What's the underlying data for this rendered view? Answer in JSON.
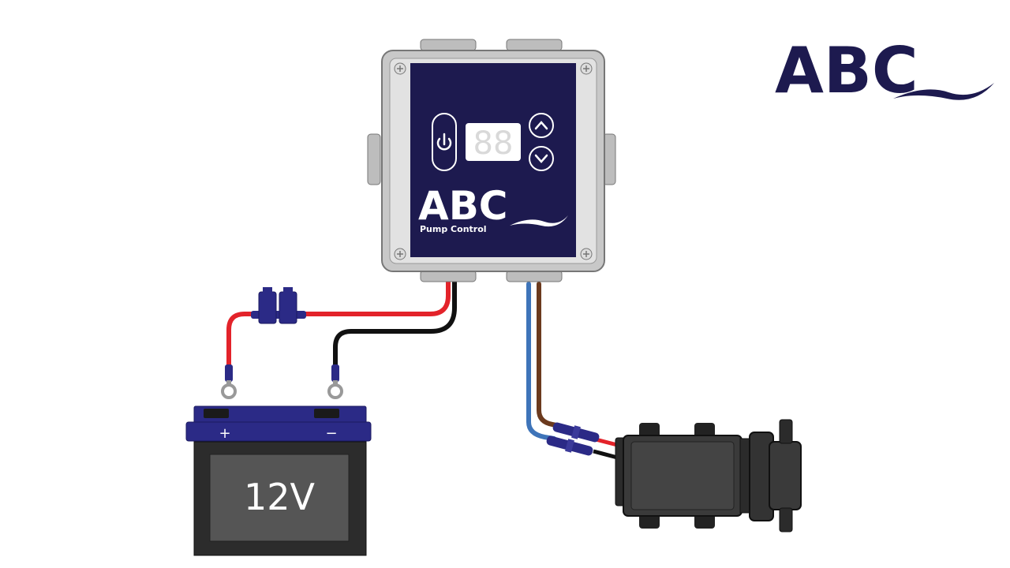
{
  "brand": {
    "logo_text": "ABC",
    "color_navy": "#1d1a4f"
  },
  "controller": {
    "panel_logo": "ABC",
    "panel_subtitle": "Pump Control",
    "display_value": "88",
    "buttons": [
      "power-icon",
      "chevron-up-icon",
      "chevron-down-icon"
    ],
    "panel_color": "#1d1a4f",
    "housing_color": "#c8c8c8"
  },
  "battery": {
    "voltage_label": "12V",
    "positive_label": "+",
    "negative_label": "−",
    "lid_color": "#2b2a86",
    "body_color": "#2c2c2c"
  },
  "wires": {
    "positive_color": "#e3232a",
    "negative_color": "#111111",
    "pump_blue": "#3e74b9",
    "pump_brown": "#6b3a1e"
  }
}
